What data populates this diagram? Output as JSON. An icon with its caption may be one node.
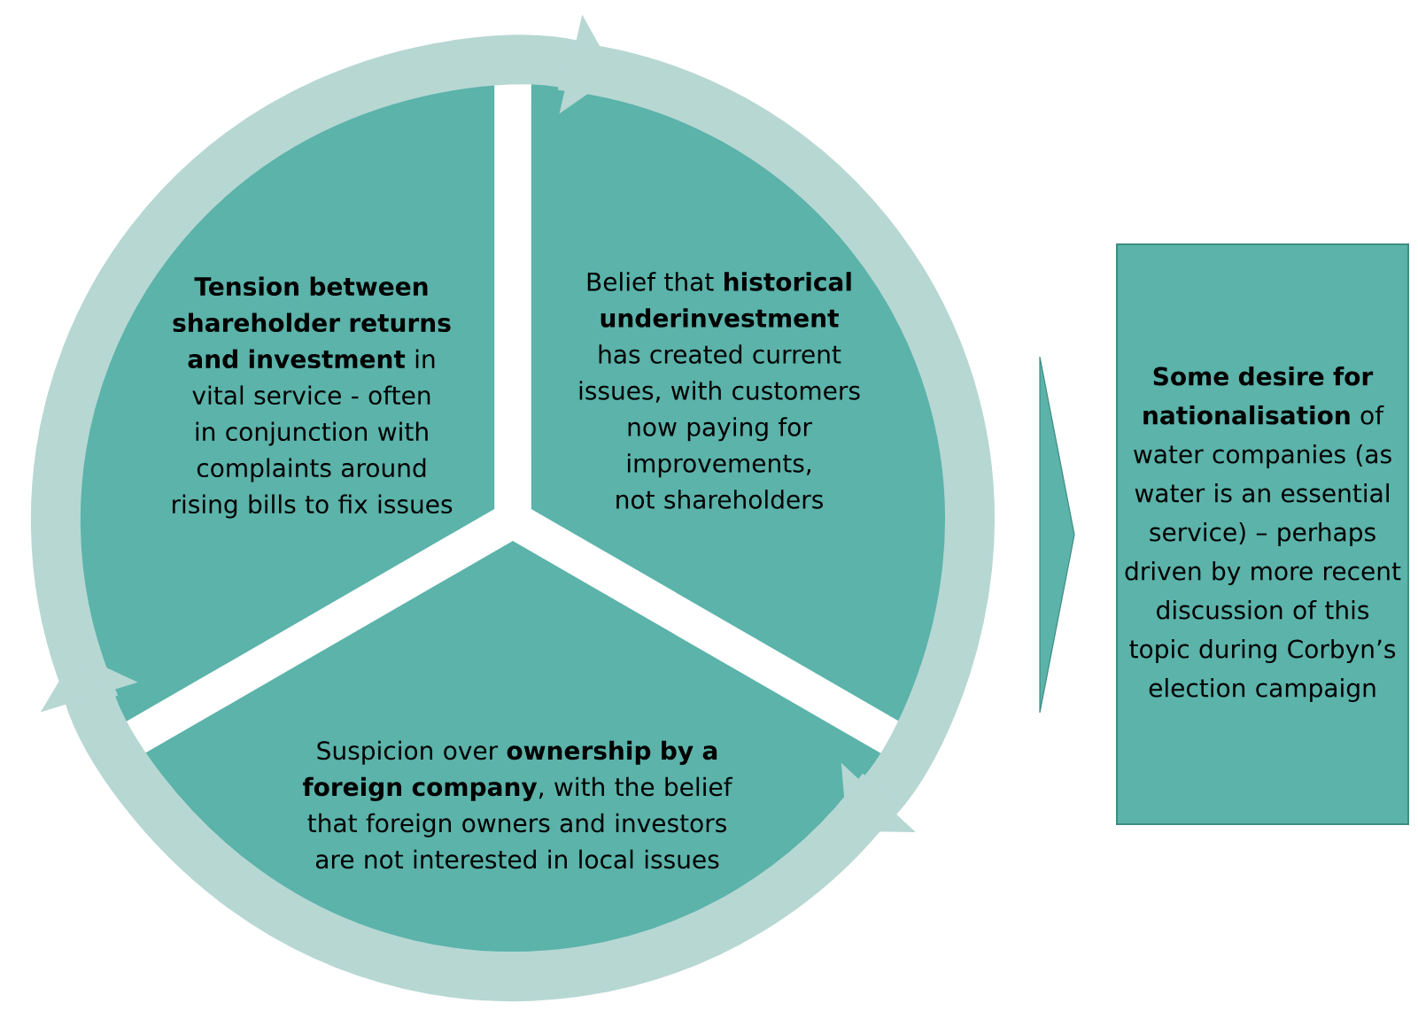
{
  "diagram": {
    "nodes": [
      {
        "text": [
          "**Tension between shareholder returns and investment** in vital service - often in conjunction with complaints around rising bills to fix issues"
        ]
      },
      {
        "text": [
          "Belief that **historical underinvestment** has created current issues, with customers now paying for improvements, not shareholders"
        ]
      },
      {
        "text": [
          "Suspicion over **ownership by a foreign company**, with the belief that foreign owners and investors are not interested in local issues"
        ]
      },
      {
        "text": [
          "**Some desire for nationalisation** of water companies (as water is an essential service) – perhaps driven by more recent discussion of this topic during Corbyn’s election campaign"
        ]
      }
    ],
    "edges": [
      {
        "from": 0,
        "to": 1,
        "arrow": "to"
      },
      {
        "from": 1,
        "to": 2,
        "arrow": "to"
      },
      {
        "from": 2,
        "to": 0,
        "arrow": "to"
      },
      {
        "from": null,
        "to": 3,
        "arrow": "to"
      }
    ]
  }
}
